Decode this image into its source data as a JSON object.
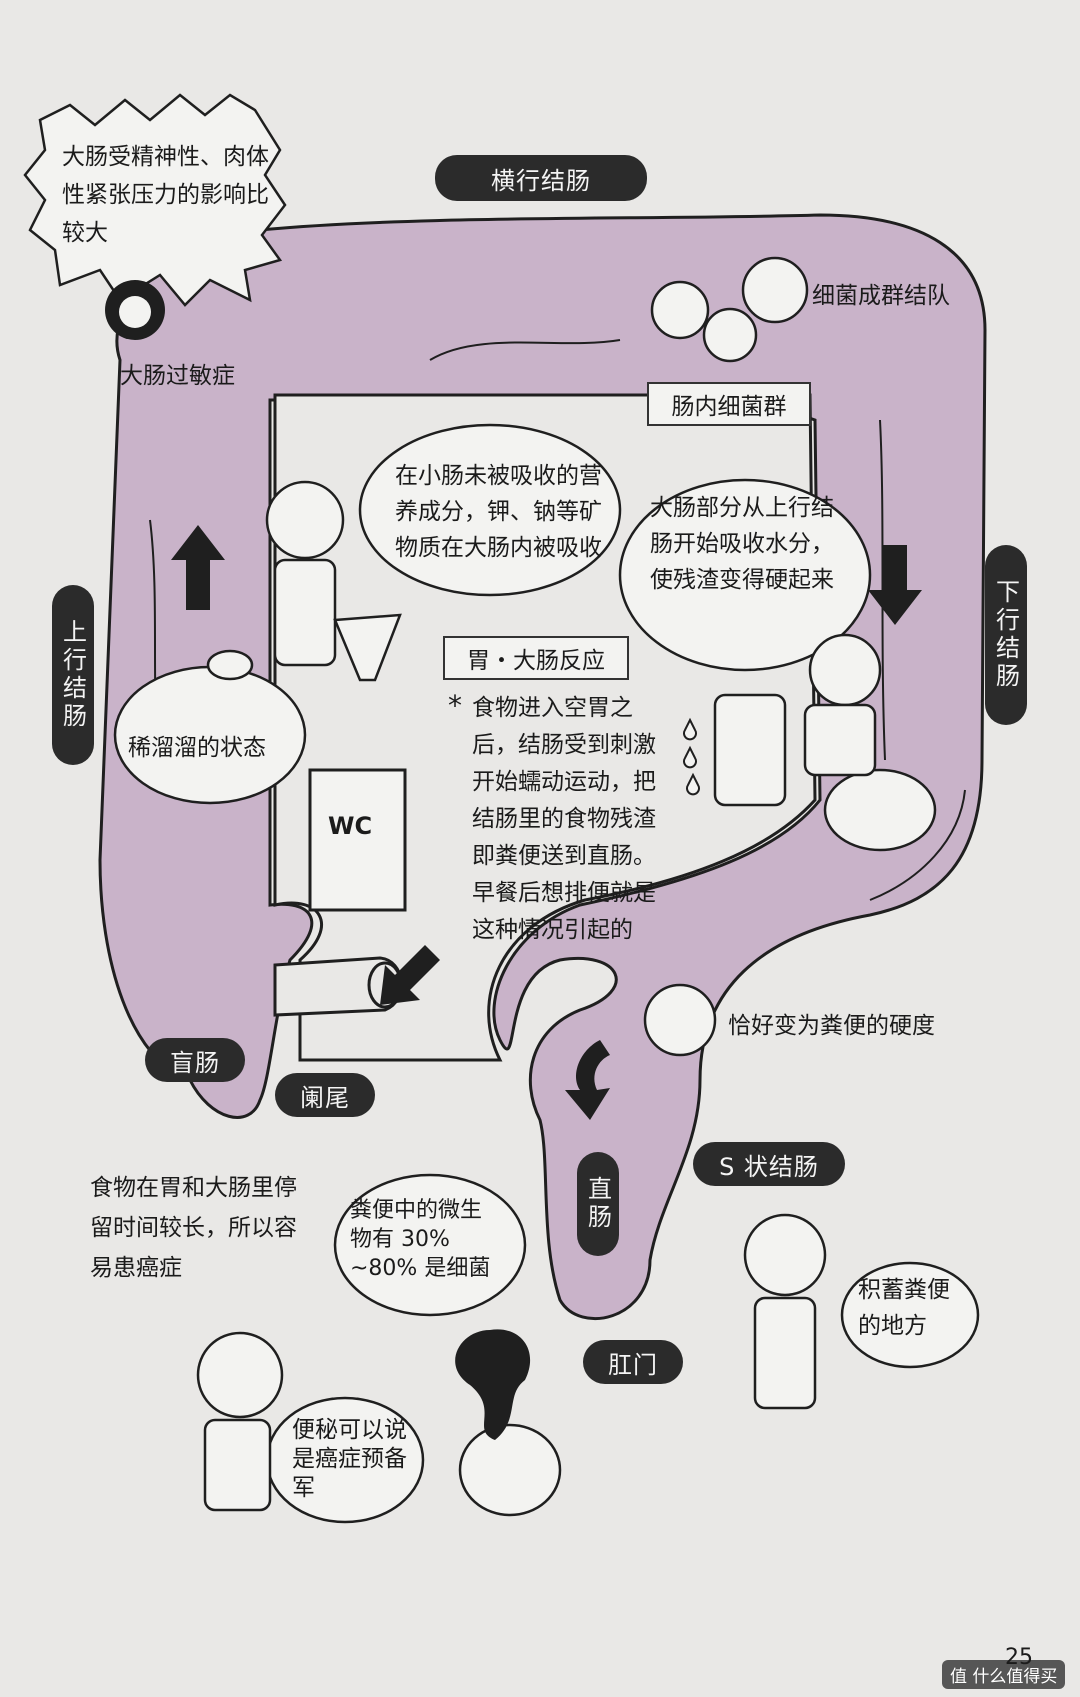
{
  "labels": {
    "transverse_colon": "横行结肠",
    "ascending_colon": "上行结肠",
    "descending_colon": "下行结肠",
    "cecum": "盲肠",
    "appendix": "阑尾",
    "sigmoid_colon": "S 状结肠",
    "rectum": "直肠",
    "anus": "肛门",
    "intestinal_flora": "肠内细菌群",
    "gastrocolic_reflex": "胃・大肠反应"
  },
  "captions": {
    "stress_bubble": "大肠受精神性、肉体性紧张压力的影响比较大",
    "ibs": "大肠过敏症",
    "bacteria_group": "细菌成群结队",
    "absorb_nutrients_bubble": "在小肠未被吸收的营养成分，钾、钠等矿物质在大肠内被吸收",
    "absorb_water_bubble": "大肠部分从上行结肠开始吸收水分，使残渣变得硬起来",
    "reflex_note": "食物进入空胃之后，结肠受到刺激开始蠕动运动，把结肠里的食物残渣即粪便送到直肠。早餐后想排便就是这种情况引起的",
    "reflex_star": "*",
    "watery_state": "稀溜溜的状态",
    "wc": "WC",
    "stool_hardness": "恰好变为粪便的硬度",
    "cancer_note": "食物在胃和大肠里停留时间较长，所以容易患癌症",
    "bacteria_share_bubble": "粪便中的微生物有 30% ~80% 是细菌",
    "storage_bubble": "积蓄粪便的地方",
    "constipation_bubble": "便秘可以说是癌症预备军"
  },
  "footer": {
    "page_number": "25",
    "watermark": "值 什么值得买"
  },
  "colors": {
    "intestine": "#c9b3c9",
    "outline": "#1f1f1f",
    "pill": "#2b2b2b",
    "paper": "#e9e8e6"
  }
}
